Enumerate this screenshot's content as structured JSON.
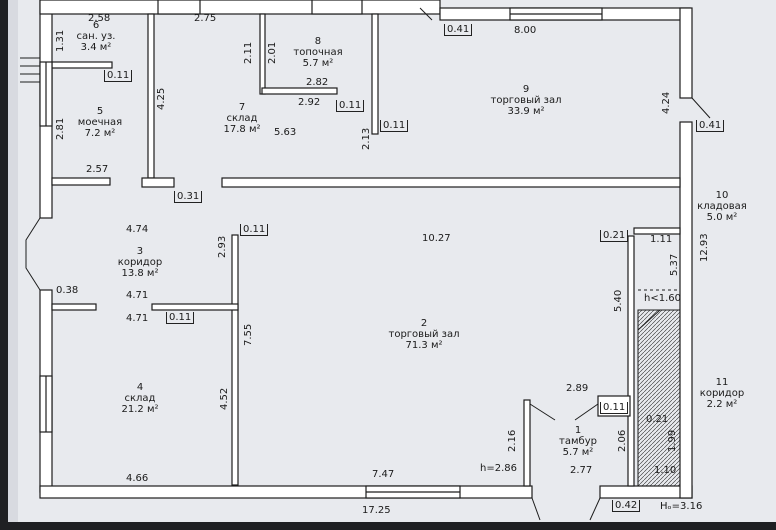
{
  "colors": {
    "paper": "#e8eaee",
    "ink": "#1d1d1d",
    "hatch": "#2a2a2a",
    "background": "#1f2023"
  },
  "rooms": [
    {
      "number": "6",
      "name": "сан. уз.",
      "area": "3.4 м²"
    },
    {
      "number": "5",
      "name": "моечная",
      "area": "7.2 м²"
    },
    {
      "number": "8",
      "name": "топочная",
      "area": "5.7 м²"
    },
    {
      "number": "7",
      "name": "склад",
      "area": "17.8 м²"
    },
    {
      "number": "9",
      "name": "торговый зал",
      "area": "33.9 м²"
    },
    {
      "number": "3",
      "name": "коридор",
      "area": "13.8 м²"
    },
    {
      "number": "2",
      "name": "торговый зал",
      "area": "71.3 м²"
    },
    {
      "number": "4",
      "name": "склад",
      "area": "21.2 м²"
    },
    {
      "number": "10",
      "name": "кладовая",
      "area": "5.0 м²"
    },
    {
      "number": "11",
      "name": "коридор",
      "area": "2.2 м²"
    },
    {
      "number": "1",
      "name": "тамбур",
      "area": "5.7 м²"
    }
  ],
  "dimensions": {
    "d_258": "2.58",
    "d_275": "2.75",
    "d_131": "1.31",
    "d_011_a": "0.11",
    "d_281": "2.81",
    "d_257": "2.57",
    "d_425": "4.25",
    "d_211": "2.11",
    "d_201": "2.01",
    "d_282": "2.82",
    "d_292": "2.92",
    "d_011_b": "0.11",
    "d_563": "5.63",
    "d_213": "2.13",
    "d_011_c": "0.11",
    "d_031": "0.31",
    "d_041_top": "0.41",
    "d_800": "8.00",
    "d_424": "4.24",
    "d_041_r": "0.41",
    "d_474": "4.74",
    "d_293": "2.93",
    "d_011_d": "0.11",
    "d_1027": "10.27",
    "d_038": "0.38",
    "d_471_a": "4.71",
    "d_471_b": "4.71",
    "d_011_e": "0.11",
    "d_755": "7.55",
    "d_452": "4.52",
    "d_466": "4.66",
    "d_747": "7.47",
    "d_1725": "17.25",
    "d_021_a": "0.21",
    "d_111": "1.11",
    "d_537": "5.37",
    "d_540": "5.40",
    "d_1293": "12.93",
    "h_160": "h<1.60",
    "d_289": "2.89",
    "d_011_f": "0.11",
    "d_021_b": "0.21",
    "d_216": "2.16",
    "d_206": "2.06",
    "d_199": "1.99",
    "h_286": "h=2.86",
    "d_277": "2.77",
    "d_110": "1.10",
    "d_042": "0.42",
    "h_total": "Hₒ=3.16"
  }
}
